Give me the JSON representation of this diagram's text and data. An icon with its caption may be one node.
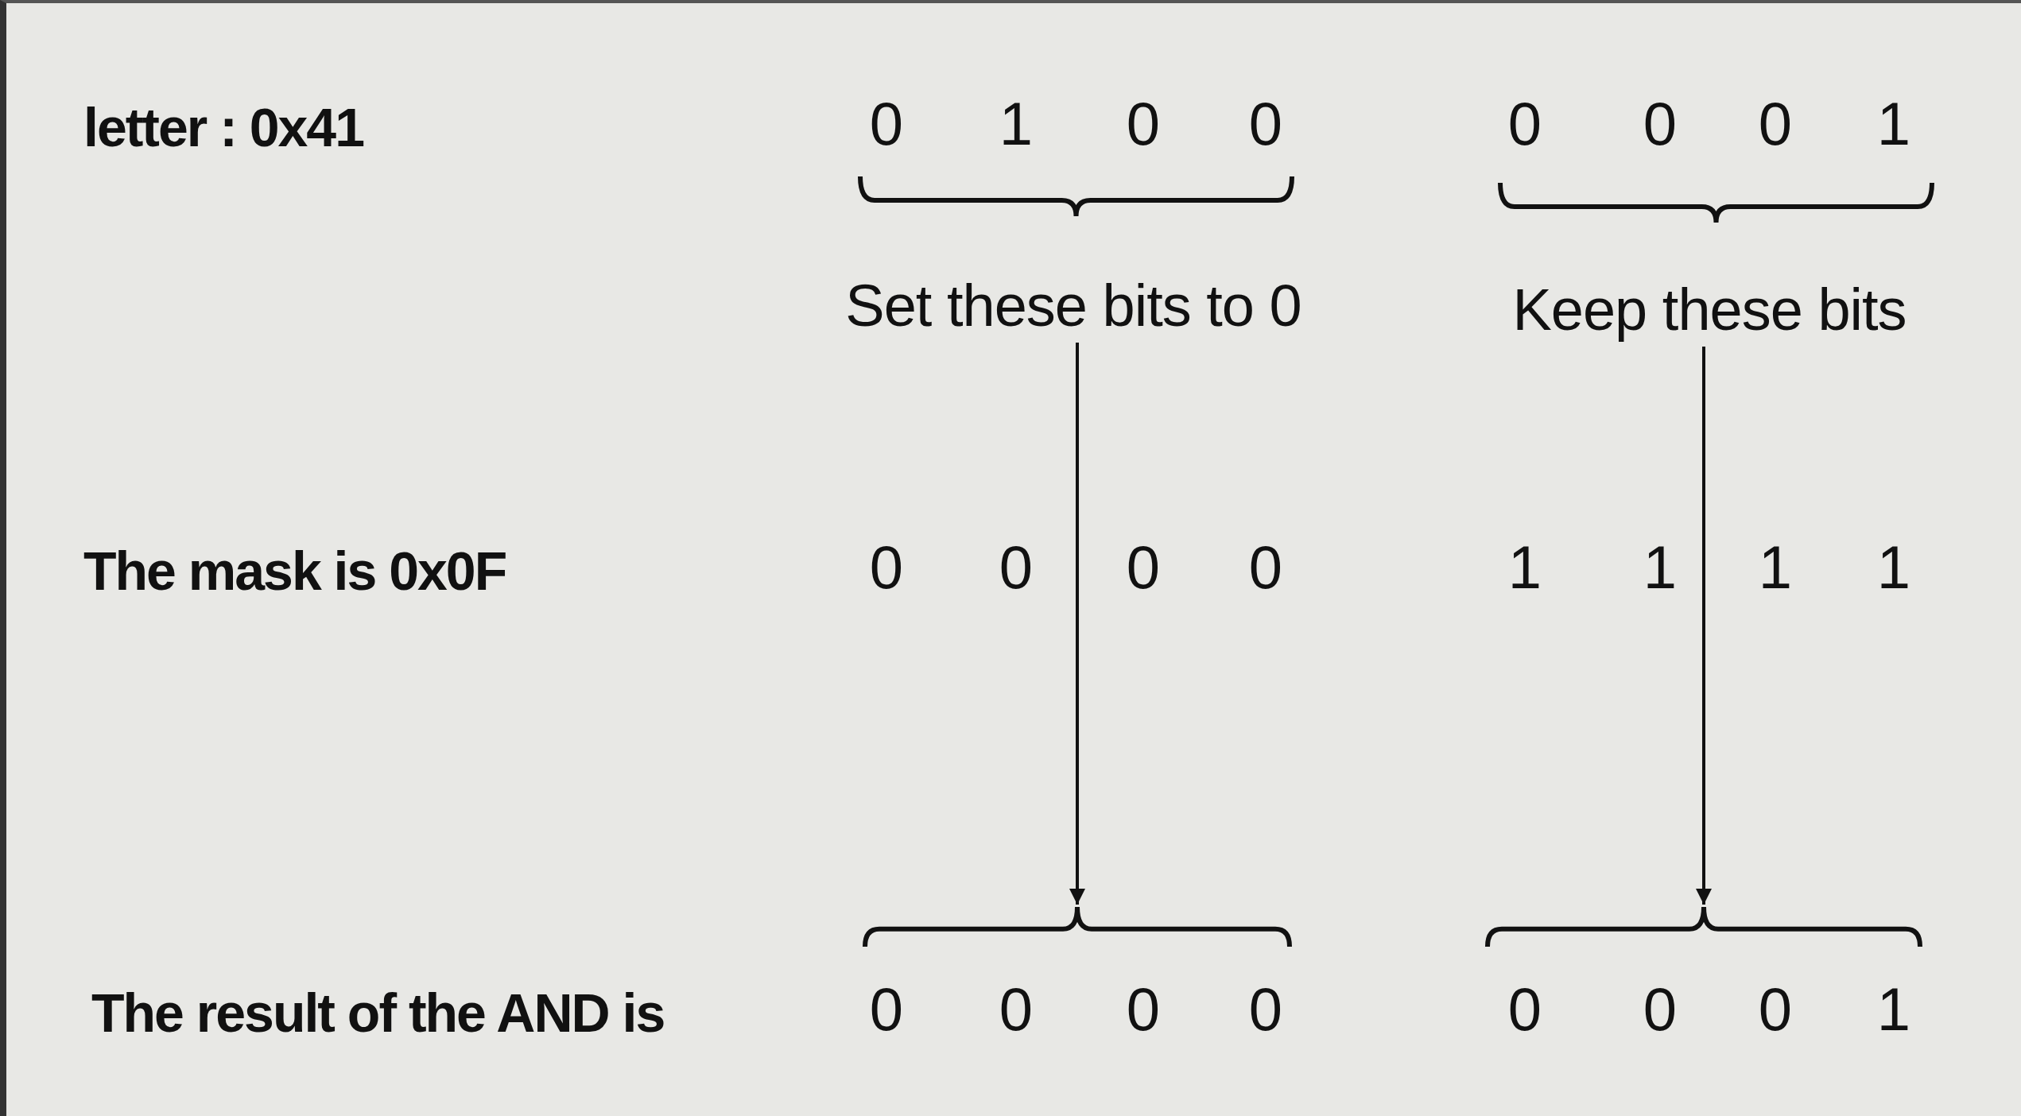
{
  "diagram": {
    "nodes": [
      {
        "text": [
          "Set these bits to 0"
        ]
      },
      {
        "text": [
          "Keep these bits"
        ]
      },
      {
        "text": [],
        "shape": "brace"
      },
      {
        "text": [],
        "shape": "brace"
      }
    ],
    "edges": [
      {
        "from": 0,
        "to": 2,
        "arrow": "to"
      },
      {
        "from": 1,
        "to": 3,
        "arrow": "to"
      }
    ],
    "labels": [
      "letter : 0x41",
      "0",
      "1",
      "0",
      "0",
      "0",
      "0",
      "0",
      "1",
      "The mask is 0x0F",
      "0",
      "0",
      "0",
      "0",
      "1",
      "1",
      "1",
      "1",
      "The result of the AND is",
      "0",
      "0",
      "0",
      "0",
      "0",
      "0",
      "0",
      "1"
    ]
  }
}
